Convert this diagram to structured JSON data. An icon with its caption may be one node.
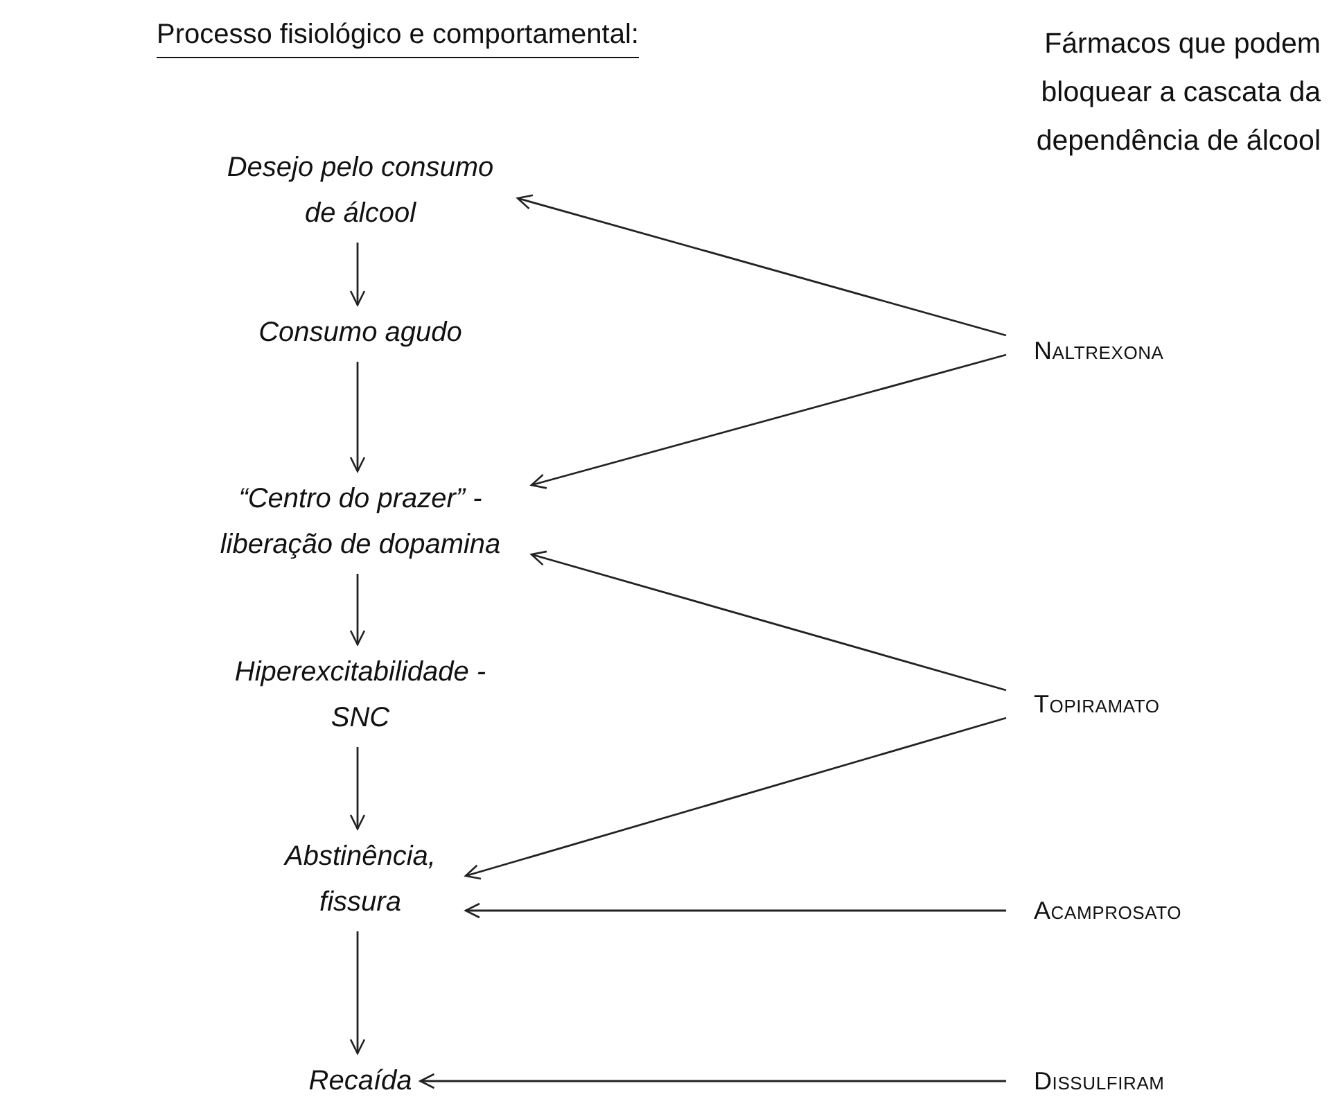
{
  "diagram": {
    "nodes": [
      {
        "text": [
          "Desejo pelo consumo de álcool"
        ]
      },
      {
        "text": [
          "Consumo agudo"
        ]
      },
      {
        "text": [
          "“Centro do prazer” - liberação de dopamina"
        ]
      },
      {
        "text": [
          "Hiperexcitabilidade - SNC"
        ]
      },
      {
        "text": [
          "Abstinência, fissura"
        ]
      },
      {
        "text": [
          "Recaída"
        ]
      },
      {
        "text": [
          "Naltrexona"
        ]
      },
      {
        "text": [
          "Topiramato"
        ]
      },
      {
        "text": [
          "Acamprosato"
        ]
      },
      {
        "text": [
          "Dissulfiram"
        ]
      }
    ],
    "edges": [
      {
        "from": 0,
        "to": 1,
        "arrow": "to"
      },
      {
        "from": 1,
        "to": 2,
        "arrow": "to"
      },
      {
        "from": 2,
        "to": 3,
        "arrow": "to"
      },
      {
        "from": 3,
        "to": 4,
        "arrow": "to"
      },
      {
        "from": 4,
        "to": 5,
        "arrow": "to"
      },
      {
        "from": 6,
        "to": 0,
        "arrow": "to"
      },
      {
        "from": 6,
        "to": 2,
        "arrow": "to"
      },
      {
        "from": 7,
        "to": 2,
        "arrow": "to"
      },
      {
        "from": 7,
        "to": 4,
        "arrow": "to"
      },
      {
        "from": 8,
        "to": 4,
        "arrow": "to"
      },
      {
        "from": 9,
        "to": 5,
        "arrow": "to"
      }
    ],
    "labels": [
      "Processo fisiológico e comportamental:",
      "Fármacos que podem bloquear a cascata da dependência de álcool"
    ]
  }
}
